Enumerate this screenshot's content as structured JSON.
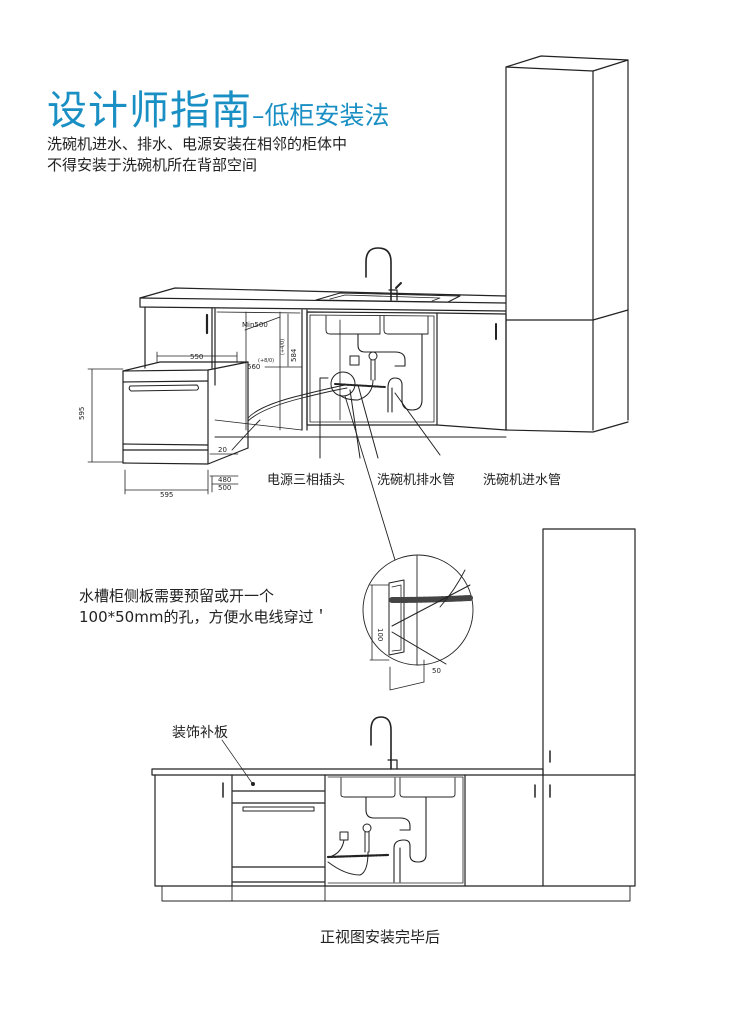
{
  "header": {
    "title_main": "设计师指南",
    "title_sub": "–低柜安装法",
    "subtitle_lines": [
      "洗碗机进水、排水、电源安装在相邻的柜体中",
      "不得安装于洗碗机所在背部空间"
    ]
  },
  "colors": {
    "title": "#1a8fc4",
    "line": "#222222"
  },
  "top_diagram": {
    "dimensions": {
      "height_595": "595",
      "width_595": "595",
      "depth_550": "550",
      "min_500": "Min500",
      "depth_560": "560",
      "tol_560": "(+8/0)",
      "height_584": "584",
      "tol_584": "(+4/0)",
      "kick_20": "20",
      "depth_480": "480",
      "depth_500": "500"
    },
    "callouts": [
      {
        "label": "电源三相插头"
      },
      {
        "label": "洗碗机排水管"
      },
      {
        "label": "洗碗机进水管"
      }
    ]
  },
  "detail": {
    "note_lines": [
      "水槽柜侧板需要预留或开一个",
      "100*50mm的孔，方便水电线穿过＇"
    ],
    "dim_100": "100",
    "dim_50": "50"
  },
  "front_diagram": {
    "panel_label": "装饰补板",
    "caption": "正视图安装完毕后"
  }
}
